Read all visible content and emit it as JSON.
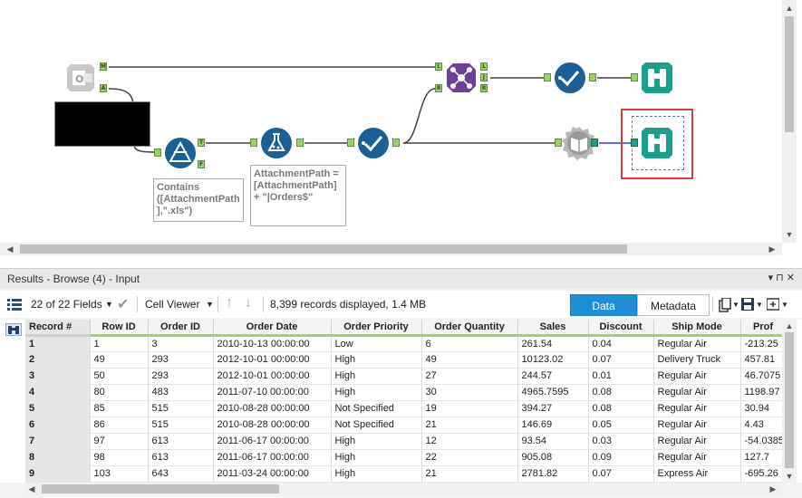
{
  "canvas": {
    "annotations": {
      "filter": "Contains\n([AttachmentPath\n],\".xls\")",
      "formula": "AttachmentPath =\n[AttachmentPath]\n+ \"|Orders$\""
    },
    "anchors": {
      "outlook_m": "M",
      "outlook_a": "A",
      "filter_t": "T",
      "filter_f": "F",
      "join_l_in": "L",
      "join_r_in": "R",
      "join_l_out": "L",
      "join_j_out": "J",
      "join_r_out": "R"
    }
  },
  "results": {
    "title": "Results - Browse (4) - Input",
    "header_controls": "▾ ⊓ ✕",
    "toolbar": {
      "fields": "22 of 22 Fields",
      "cell_viewer": "Cell Viewer",
      "records_info": "8,399 records displayed, 1.4 MB",
      "data_btn": "Data",
      "metadata_btn": "Metadata"
    },
    "columns": [
      "Record #",
      "Row ID",
      "Order ID",
      "Order Date",
      "Order Priority",
      "Order Quantity",
      "Sales",
      "Discount",
      "Ship Mode",
      "Prof"
    ],
    "rows": [
      [
        "1",
        "1",
        "3",
        "2010-10-13 00:00:00",
        "Low",
        "6",
        "261.54",
        "0.04",
        "Regular Air",
        "-213.25"
      ],
      [
        "2",
        "49",
        "293",
        "2012-10-01 00:00:00",
        "High",
        "49",
        "10123.02",
        "0.07",
        "Delivery Truck",
        "457.81"
      ],
      [
        "3",
        "50",
        "293",
        "2012-10-01 00:00:00",
        "High",
        "27",
        "244.57",
        "0.01",
        "Regular Air",
        "46.7075"
      ],
      [
        "4",
        "80",
        "483",
        "2011-07-10 00:00:00",
        "High",
        "30",
        "4965.7595",
        "0.08",
        "Regular Air",
        "1198.97"
      ],
      [
        "5",
        "85",
        "515",
        "2010-08-28 00:00:00",
        "Not Specified",
        "19",
        "394.27",
        "0.08",
        "Regular Air",
        "30.94"
      ],
      [
        "6",
        "86",
        "515",
        "2010-08-28 00:00:00",
        "Not Specified",
        "21",
        "146.69",
        "0.05",
        "Regular Air",
        "4.43"
      ],
      [
        "7",
        "97",
        "613",
        "2011-06-17 00:00:00",
        "High",
        "12",
        "93.54",
        "0.03",
        "Regular Air",
        "-54.0385"
      ],
      [
        "8",
        "98",
        "613",
        "2011-06-17 00:00:00",
        "High",
        "22",
        "905.08",
        "0.09",
        "Regular Air",
        "127.7"
      ],
      [
        "9",
        "103",
        "643",
        "2011-03-24 00:00:00",
        "High",
        "21",
        "2781.82",
        "0.07",
        "Express Air",
        "-695.26"
      ]
    ]
  },
  "colors": {
    "accent": "#1e8fd6",
    "tool_blue": "#1a5f96",
    "join_purple": "#6c3f9a",
    "browse_teal": "#1aa08b",
    "highlight_red": "#e0393e",
    "anchor_green": "#9bd16a"
  }
}
